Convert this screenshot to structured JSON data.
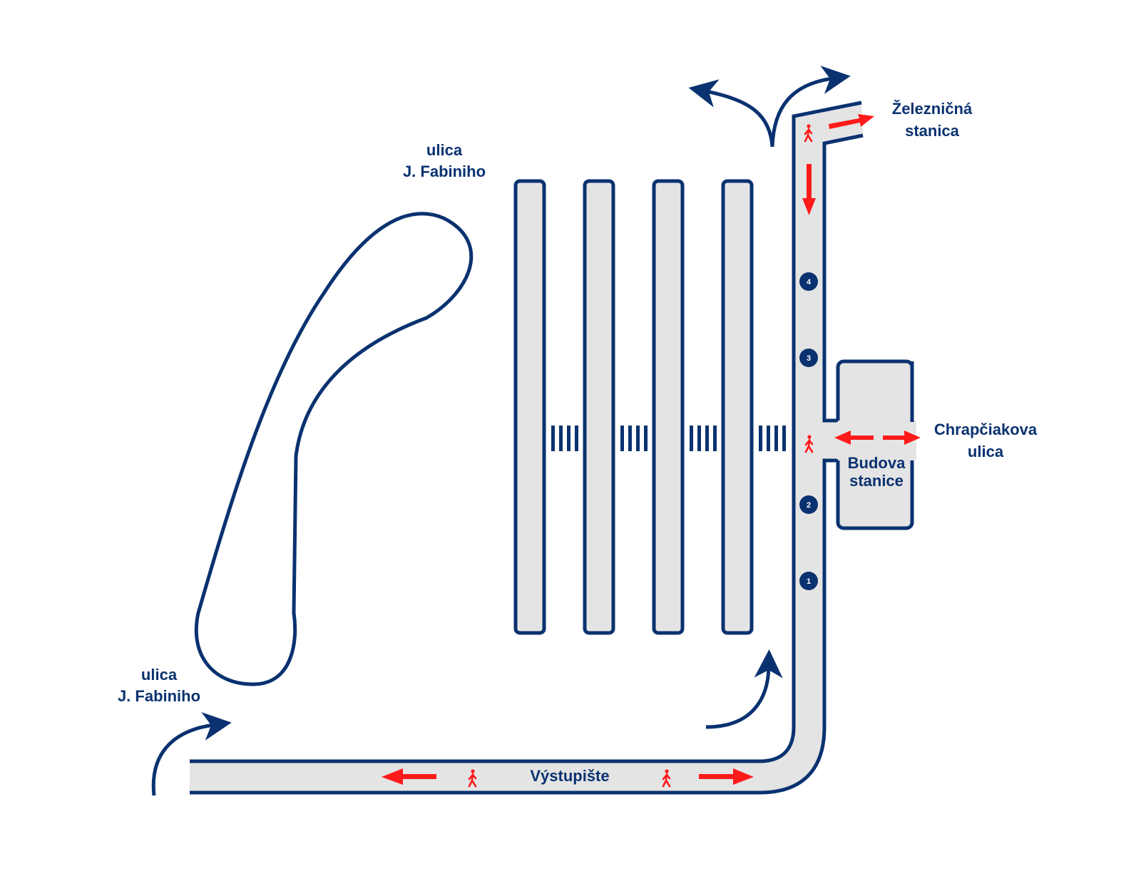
{
  "title": "Station layout diagram",
  "colors": {
    "outline": "#0a3270",
    "fill": "#e4e4e4",
    "pedestrian": "#ff1a1a",
    "background": "#ffffff"
  },
  "labels": {
    "street_top": [
      "ulica",
      "J. Fabiniho"
    ],
    "street_bottom": [
      "ulica",
      "J. Fabiniho"
    ],
    "railway_station": [
      "Železničná",
      "stanica"
    ],
    "chrapciakova": [
      "Chrapčiakova",
      "ulica"
    ],
    "station_building": [
      "Budova",
      "stanice"
    ],
    "drop_off": "Výstupište"
  },
  "stops": [
    {
      "id": "stop-4",
      "label": "4"
    },
    {
      "id": "stop-3",
      "label": "3"
    },
    {
      "id": "stop-2",
      "label": "2"
    },
    {
      "id": "stop-1",
      "label": "1"
    }
  ],
  "platforms": [
    {
      "id": "platform-1"
    },
    {
      "id": "platform-2"
    },
    {
      "id": "platform-3"
    },
    {
      "id": "platform-4"
    }
  ],
  "icons": {
    "pedestrian": "walking-person-icon",
    "traffic_arrow": "curved-arrow-icon",
    "walk_arrow": "red-arrow-icon",
    "crosswalk": "crosswalk-stripes-icon"
  }
}
